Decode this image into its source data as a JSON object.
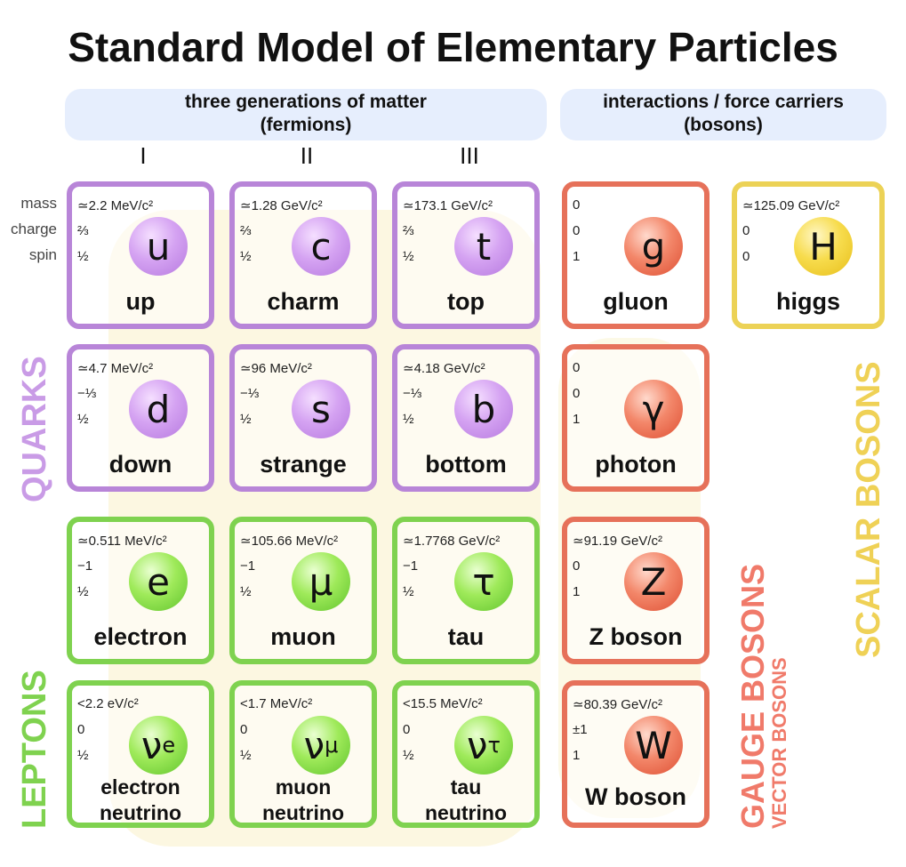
{
  "title": "Standard Model of Elementary Particles",
  "groups": {
    "fermions_line1": "three generations of matter",
    "fermions_line2": "(fermions)",
    "bosons_line1": "interactions / force carriers",
    "bosons_line2": "(bosons)"
  },
  "generations": [
    "I",
    "II",
    "III"
  ],
  "property_labels": {
    "mass": "mass",
    "charge": "charge",
    "spin": "spin"
  },
  "particles": {
    "up": {
      "mass": "≃2.2 MeV/c²",
      "charge": "⅔",
      "spin": "½",
      "symbol": "u",
      "name": "up"
    },
    "charm": {
      "mass": "≃1.28 GeV/c²",
      "charge": "⅔",
      "spin": "½",
      "symbol": "c",
      "name": "charm"
    },
    "top": {
      "mass": "≃173.1 GeV/c²",
      "charge": "⅔",
      "spin": "½",
      "symbol": "t",
      "name": "top"
    },
    "gluon": {
      "mass": "0",
      "charge": "0",
      "spin": "1",
      "symbol": "g",
      "name": "gluon"
    },
    "higgs": {
      "mass": "≃125.09 GeV/c²",
      "charge": "0",
      "spin": "0",
      "symbol": "H",
      "name": "higgs"
    },
    "down": {
      "mass": "≃4.7 MeV/c²",
      "charge": "−⅓",
      "spin": "½",
      "symbol": "d",
      "name": "down"
    },
    "strange": {
      "mass": "≃96 MeV/c²",
      "charge": "−⅓",
      "spin": "½",
      "symbol": "s",
      "name": "strange"
    },
    "bottom": {
      "mass": "≃4.18 GeV/c²",
      "charge": "−⅓",
      "spin": "½",
      "symbol": "b",
      "name": "bottom"
    },
    "photon": {
      "mass": "0",
      "charge": "0",
      "spin": "1",
      "symbol": "γ",
      "name": "photon"
    },
    "electron": {
      "mass": "≃0.511 MeV/c²",
      "charge": "−1",
      "spin": "½",
      "symbol": "e",
      "name": "electron"
    },
    "muon": {
      "mass": "≃105.66 MeV/c²",
      "charge": "−1",
      "spin": "½",
      "symbol": "μ",
      "name": "muon"
    },
    "tau": {
      "mass": "≃1.7768 GeV/c²",
      "charge": "−1",
      "spin": "½",
      "symbol": "τ",
      "name": "tau"
    },
    "zboson": {
      "mass": "≃91.19 GeV/c²",
      "charge": "0",
      "spin": "1",
      "symbol": "Z",
      "name": "Z boson"
    },
    "nue": {
      "mass": "<2.2 eV/c²",
      "charge": "0",
      "spin": "½",
      "symbol": "ν",
      "subscript": "e",
      "name_line1": "electron",
      "name_line2": "neutrino"
    },
    "numu": {
      "mass": "<1.7 MeV/c²",
      "charge": "0",
      "spin": "½",
      "symbol": "ν",
      "subscript": "μ",
      "name_line1": "muon",
      "name_line2": "neutrino"
    },
    "nutau": {
      "mass": "<15.5 MeV/c²",
      "charge": "0",
      "spin": "½",
      "symbol": "ν",
      "subscript": "τ",
      "name_line1": "tau",
      "name_line2": "neutrino"
    },
    "wboson": {
      "mass": "≃80.39 GeV/c²",
      "charge": "±1",
      "spin": "1",
      "symbol": "W",
      "name": "W boson"
    }
  },
  "side_labels": {
    "quarks": "QUARKS",
    "leptons": "LEPTONS",
    "gauge_bosons": "GAUGE BOSONS",
    "vector_bosons": "VECTOR BOSONS",
    "scalar_bosons": "SCALAR BOSONS"
  },
  "colors": {
    "quark": "#b885d8",
    "lepton": "#7fd24f",
    "gauge": "#e6715a",
    "scalar": "#ecd256",
    "group_pill": "#e6eefd"
  }
}
